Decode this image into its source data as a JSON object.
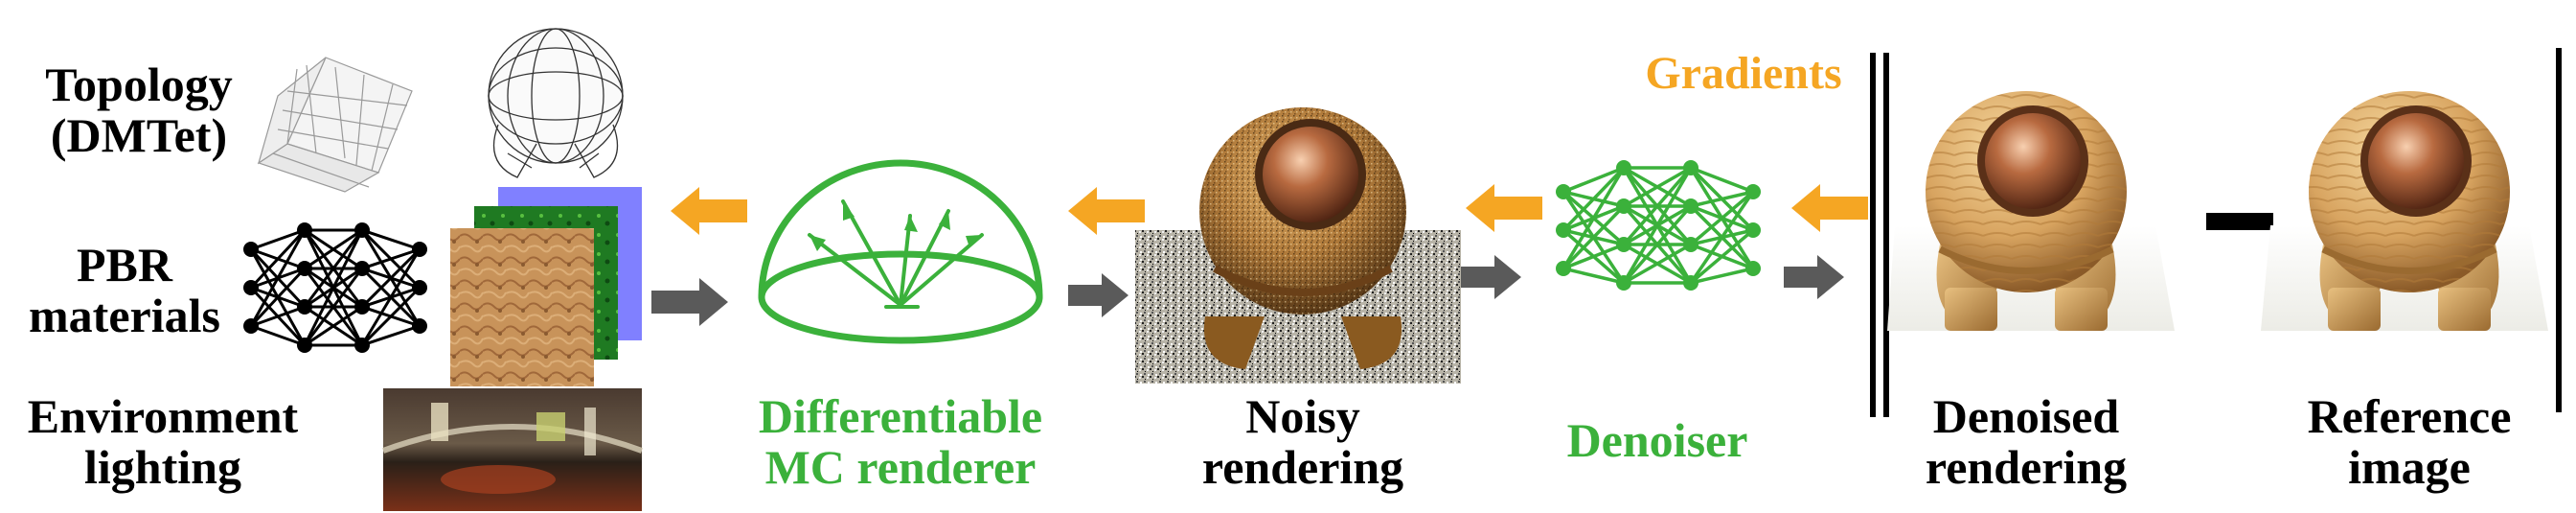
{
  "labels": {
    "topology_line1": "Topology",
    "topology_line2": "(DMTet)",
    "pbr_line1": "PBR",
    "pbr_line2": "materials",
    "env_line1": "Environment",
    "env_line2": "lighting",
    "renderer_line1": "Differentiable",
    "renderer_line2": "MC renderer",
    "noisy_line1": "Noisy",
    "noisy_line2": "rendering",
    "denoiser": "Denoiser",
    "gradients": "Gradients",
    "denoised_line1": "Denoised",
    "denoised_line2": "rendering",
    "reference_line1": "Reference",
    "reference_line2": "image",
    "minus": "−"
  },
  "colors": {
    "green": "#3bb13b",
    "orange": "#f5a623",
    "gray_arrow": "#5a5a5a",
    "black": "#000000",
    "material_blue": "#8080ff",
    "material_green": "#1e7a1e",
    "material_texture": "#c8935a"
  },
  "icons": {
    "topology_cube": "wireframe-cube-icon",
    "topology_shape": "wireframe-shape-icon",
    "mlp": "neural-network-icon",
    "hemisphere": "hemisphere-sampling-icon",
    "denoiser_net": "neural-network-icon"
  }
}
